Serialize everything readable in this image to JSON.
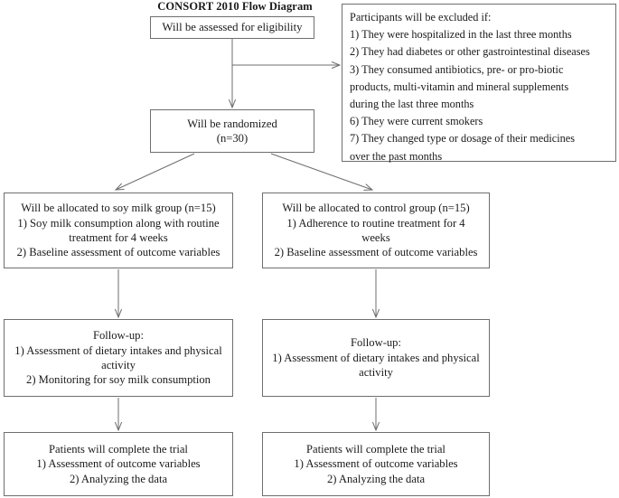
{
  "diagram": {
    "title": "CONSORT 2010 Flow Diagram",
    "stroke_color": "#6e6e6e",
    "text_color": "#1a1a1a",
    "background_color": "#ffffff"
  },
  "boxes": {
    "eligibility": {
      "lines": [
        "Will be assessed for eligibility"
      ]
    },
    "exclusion": {
      "lines": [
        "Participants will be excluded if:",
        "1) They were hospitalized in the last three months",
        "2) They had diabetes or other gastrointestinal diseases",
        "3) They consumed antibiotics, pre- or pro-biotic",
        "products, multi-vitamin and mineral supplements",
        "during the last three months",
        "6) They were current smokers",
        "7) They changed type or dosage of their medicines",
        "over the past months"
      ]
    },
    "randomized": {
      "lines": [
        "Will be randomized",
        "(n=30)"
      ],
      "sample_size": "n=30"
    },
    "allocation_soy": {
      "lines": [
        "Will be allocated to soy milk group (n=15)",
        "1) Soy milk consumption along with routine",
        "treatment for 4 weeks",
        "2) Baseline assessment of outcome variables"
      ],
      "sample_size": "n=15"
    },
    "allocation_control": {
      "lines": [
        "Will be allocated to control group (n=15)",
        "1) Adherence to routine treatment for 4",
        "weeks",
        "2) Baseline assessment of outcome variables"
      ],
      "sample_size": "n=15"
    },
    "followup_soy": {
      "lines": [
        "Follow-up:",
        "1) Assessment of dietary intakes and physical",
        "activity",
        "2) Monitoring for soy milk consumption"
      ]
    },
    "followup_control": {
      "lines": [
        "Follow-up:",
        "1) Assessment of dietary intakes and physical",
        "activity"
      ]
    },
    "complete_soy": {
      "lines": [
        "Patients will complete the trial",
        "1) Assessment of outcome variables",
        "2) Analyzing the data"
      ]
    },
    "complete_control": {
      "lines": [
        "Patients will complete the trial",
        "1) Assessment of outcome variables",
        "2) Analyzing the data"
      ]
    }
  }
}
